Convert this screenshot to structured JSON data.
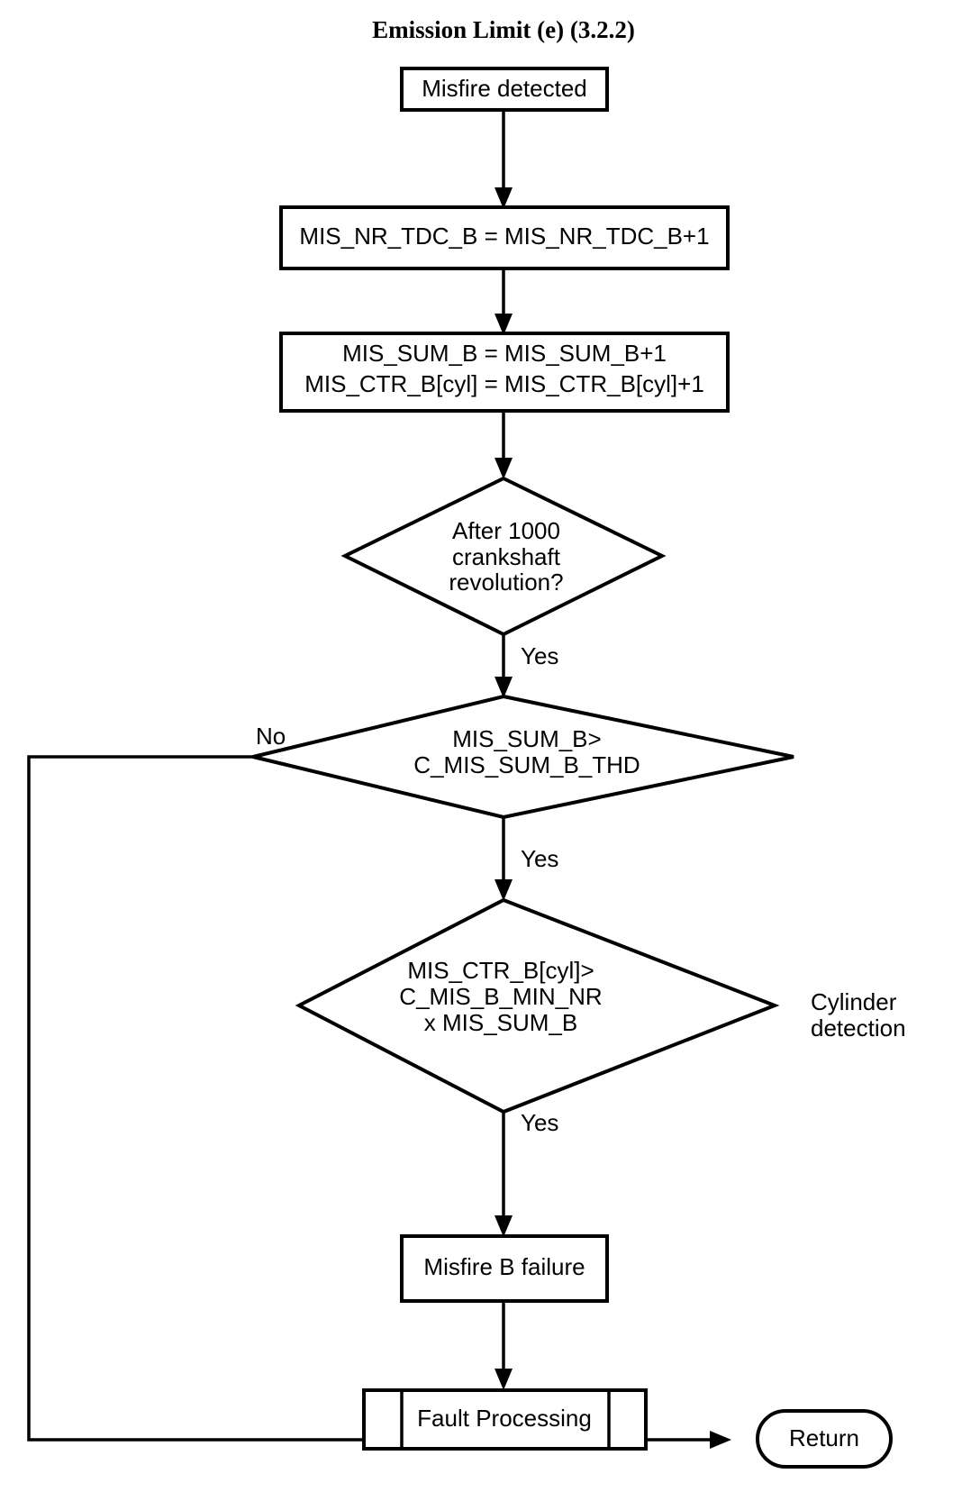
{
  "title": "Emission Limit (e) (3.2.2)",
  "side_note": {
    "line1": "Cylinder",
    "line2": "detection"
  },
  "nodes": {
    "start": {
      "type": "process",
      "label": "Misfire detected"
    },
    "incr_tdc": {
      "type": "process",
      "label": "MIS_NR_TDC_B = MIS_NR_TDC_B+1"
    },
    "incr_sum": {
      "type": "process",
      "line1": "MIS_SUM_B = MIS_SUM_B+1",
      "line2": "MIS_CTR_B[cyl] = MIS_CTR_B[cyl]+1"
    },
    "decision_rev": {
      "type": "decision",
      "line1": "After 1000",
      "line2": "crankshaft",
      "line3": "revolution?"
    },
    "decision_sum": {
      "type": "decision",
      "line1": "MIS_SUM_B>",
      "line2": "C_MIS_SUM_B_THD"
    },
    "decision_ctr": {
      "type": "decision",
      "line1": "MIS_CTR_B[cyl]>",
      "line2": "C_MIS_B_MIN_NR",
      "line3": "x MIS_SUM_B"
    },
    "failure": {
      "type": "process",
      "label": "Misfire B failure"
    },
    "fault_processing": {
      "type": "predefined-process",
      "label": "Fault Processing"
    },
    "return": {
      "type": "terminator",
      "label": "Return"
    }
  },
  "edge_labels": {
    "rev_yes": "Yes",
    "sum_no": "No",
    "sum_yes": "Yes",
    "ctr_yes": "Yes"
  },
  "colors": {
    "stroke": "#000000",
    "fill": "#ffffff",
    "background": "#ffffff"
  }
}
